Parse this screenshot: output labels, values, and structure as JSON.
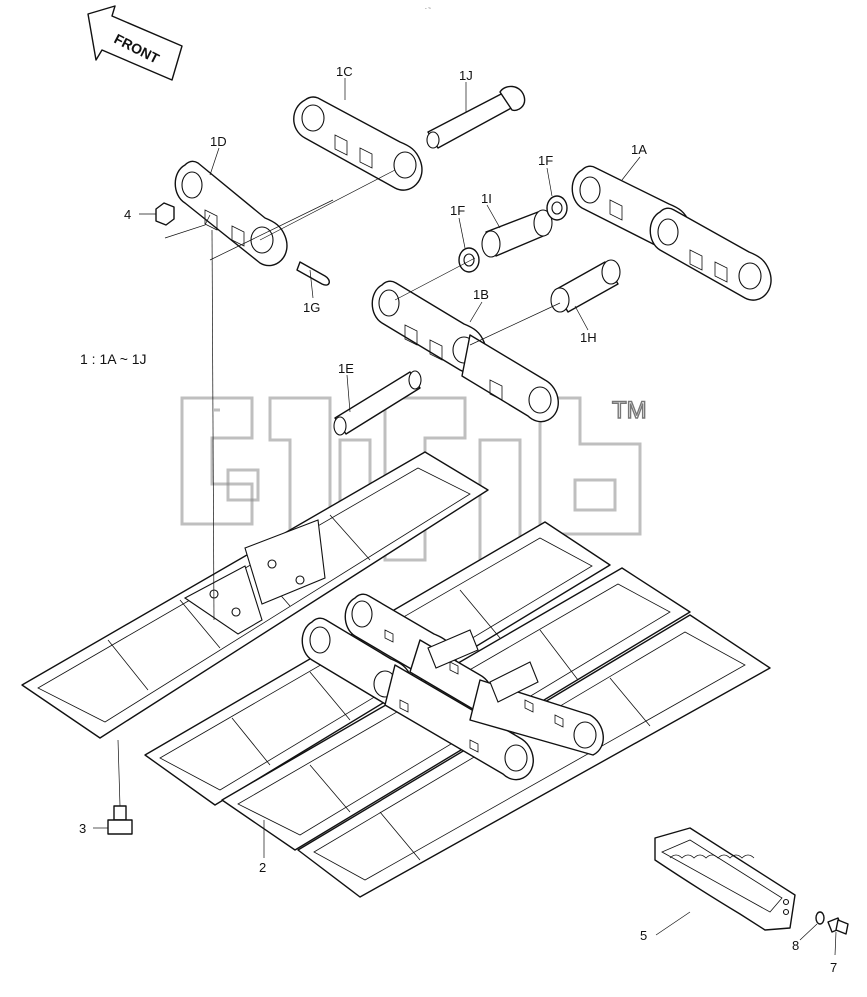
{
  "front_label": "FRONT",
  "ratio_label": "1 : 1A ~ 1J",
  "trademark": "TM",
  "callouts": {
    "p1C": "1C",
    "p1J": "1J",
    "p1D": "1D",
    "p4": "4",
    "p1G": "1G",
    "p1F_a": "1F",
    "p1I": "1I",
    "p1F_b": "1F",
    "p1A": "1A",
    "p1B": "1B",
    "p1H": "1H",
    "p1E": "1E",
    "p3": "3",
    "p2": "2",
    "p5": "5",
    "p8": "8",
    "p7": "7"
  }
}
